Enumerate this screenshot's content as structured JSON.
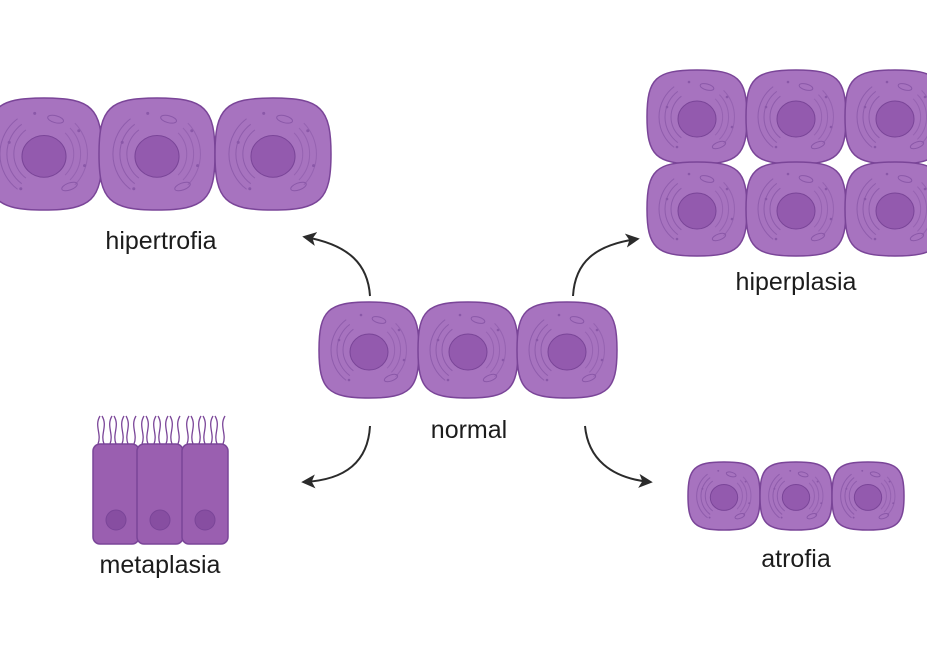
{
  "colors": {
    "cell_fill": "#a773bf",
    "cell_stroke": "#7a4598",
    "nucleus_fill": "#935aae",
    "organelle_stroke": "#8a58a8",
    "columnar_fill": "#9a5fb0",
    "arrow": "#2b2b2b",
    "text": "#1c1c1c"
  },
  "labels": {
    "normal": "normal",
    "hipertrofia": "hipertrofia",
    "hiperplasia": "hiperplasia",
    "metaplasia": "metaplasia",
    "atrofia": "atrofia"
  },
  "groups": {
    "normal": {
      "cell_count": 3,
      "cell_type": "round"
    },
    "hipertrofia": {
      "cell_count": 3,
      "cell_type": "round-enlarged"
    },
    "hiperplasia": {
      "cell_count": 6,
      "rows": 2,
      "cell_type": "round"
    },
    "metaplasia": {
      "cell_count": 3,
      "cell_type": "columnar-ciliated"
    },
    "atrofia": {
      "cell_count": 3,
      "cell_type": "round-shrunken"
    }
  },
  "arrows": [
    {
      "from": "normal",
      "to": "hipertrofia"
    },
    {
      "from": "normal",
      "to": "hiperplasia"
    },
    {
      "from": "normal",
      "to": "metaplasia"
    },
    {
      "from": "normal",
      "to": "atrofia"
    }
  ]
}
